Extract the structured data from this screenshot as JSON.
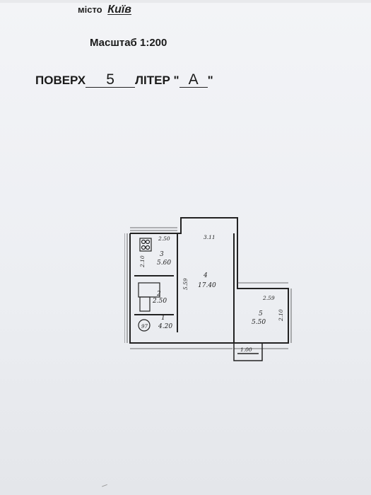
{
  "header": {
    "city_label": "місто",
    "city_value": "Київ"
  },
  "scale_text": "Масштаб 1:200",
  "floor": {
    "floor_label": "ПОВЕРХ",
    "floor_value": "5",
    "liter_label": "ЛІТЕР",
    "liter_value": "А",
    "quote_open": "\"",
    "quote_close": "\""
  },
  "plan": {
    "rooms": [
      {
        "id": "1",
        "area": "4.20"
      },
      {
        "id": "2",
        "area": "2.50"
      },
      {
        "id": "3",
        "area": "5.60"
      },
      {
        "id": "4",
        "area": "17.40"
      },
      {
        "id": "5",
        "area": "5.50"
      }
    ],
    "dimensions": [
      "2.50",
      "3.11",
      "2.10",
      "5.59",
      "2.59",
      "2.10",
      "1.00"
    ],
    "circle_mark": "97"
  }
}
